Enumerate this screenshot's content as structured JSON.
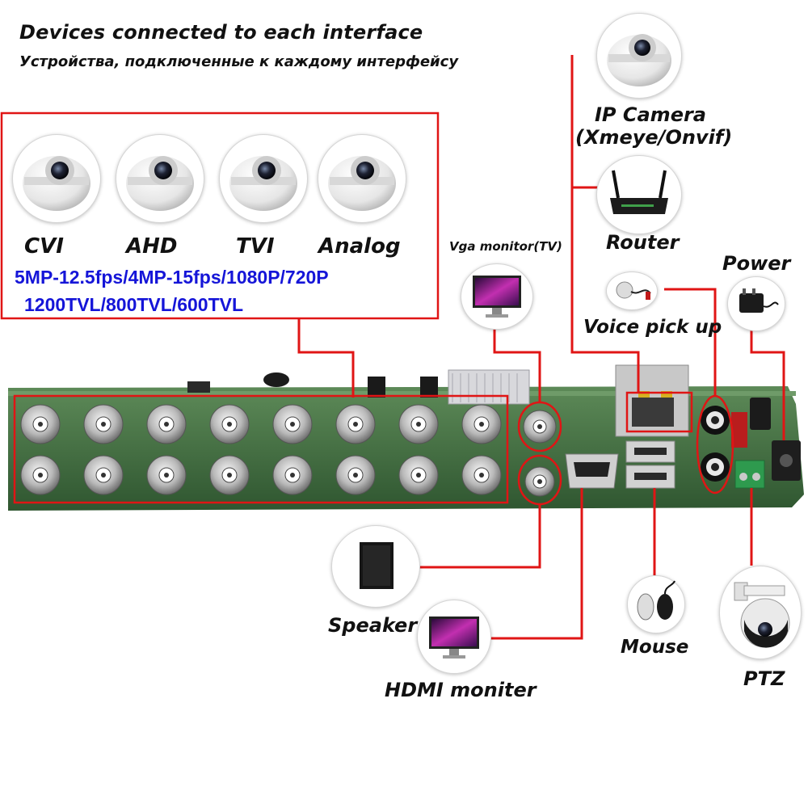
{
  "header": {
    "title": "Devices connected to each interface",
    "subtitle": "Устройства, подключенные к каждому интерфейсу"
  },
  "camera_types": {
    "items": [
      "CVI",
      "AHD",
      "TVI",
      "Analog"
    ],
    "resolution_line": "5MP-12.5fps/4MP-15fps/1080P/720P",
    "tvl_line": "1200TVL/800TVL/600TVL"
  },
  "devices": {
    "ip_camera_line1": "IP Camera",
    "ip_camera_line2": "(Xmeye/Onvif)",
    "router": "Router",
    "vga_monitor": "Vga monitor(TV)",
    "voice_pickup": "Voice pick up",
    "power": "Power",
    "speaker": "Speaker",
    "hdmi_monitor": "HDMI moniter",
    "mouse": "Mouse",
    "ptz": "PTZ"
  },
  "icons": [
    "dome-camera-icon",
    "router-icon",
    "monitor-icon",
    "microphone-icon",
    "power-adapter-icon",
    "speaker-icon",
    "mouse-icon",
    "ptz-camera-icon"
  ],
  "colors": {
    "connector_line": "#e01515",
    "spec_text": "#1515d8",
    "board": "#3c6a3c"
  }
}
